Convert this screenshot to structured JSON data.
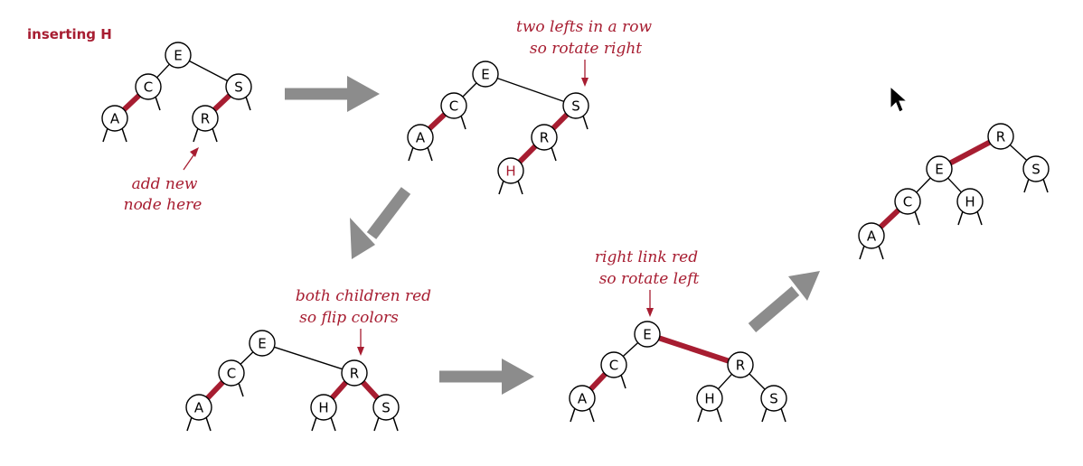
{
  "title": "inserting H",
  "colors": {
    "red": "#a71d31",
    "text_red": "#a71d31",
    "black": "#000000",
    "arrow_gray": "#8c8c8c",
    "node_fill": "#ffffff"
  },
  "icons": {
    "cursor": "mouse-pointer-icon"
  },
  "notes": {
    "add_node": [
      "add new",
      "node here"
    ],
    "two_lefts": [
      "two lefts in a row",
      "so rotate right"
    ],
    "flip_colors": [
      "both children red",
      "so flip colors"
    ],
    "rotate_left": [
      "right link red",
      "so rotate left"
    ]
  },
  "trees": [
    {
      "id": "t1",
      "nodes": [
        {
          "id": "E",
          "label": "E",
          "label_red": false
        },
        {
          "id": "C",
          "label": "C",
          "label_red": false
        },
        {
          "id": "S",
          "label": "S",
          "label_red": false
        },
        {
          "id": "A",
          "label": "A",
          "label_red": false
        },
        {
          "id": "R",
          "label": "R",
          "label_red": false
        }
      ],
      "links": [
        {
          "from": "E",
          "to": "C",
          "red": false
        },
        {
          "from": "E",
          "to": "S",
          "red": false
        },
        {
          "from": "C",
          "to": "A",
          "red": true
        },
        {
          "from": "S",
          "to": "R",
          "red": true
        }
      ]
    },
    {
      "id": "t2",
      "nodes": [
        {
          "id": "E",
          "label": "E",
          "label_red": false
        },
        {
          "id": "C",
          "label": "C",
          "label_red": false
        },
        {
          "id": "S",
          "label": "S",
          "label_red": false
        },
        {
          "id": "A",
          "label": "A",
          "label_red": false
        },
        {
          "id": "R",
          "label": "R",
          "label_red": false
        },
        {
          "id": "H",
          "label": "H",
          "label_red": true
        }
      ],
      "links": [
        {
          "from": "E",
          "to": "C",
          "red": false
        },
        {
          "from": "E",
          "to": "S",
          "red": false
        },
        {
          "from": "C",
          "to": "A",
          "red": true
        },
        {
          "from": "S",
          "to": "R",
          "red": true
        },
        {
          "from": "R",
          "to": "H",
          "red": true
        }
      ]
    },
    {
      "id": "t3",
      "nodes": [
        {
          "id": "E",
          "label": "E",
          "label_red": false
        },
        {
          "id": "C",
          "label": "C",
          "label_red": false
        },
        {
          "id": "R",
          "label": "R",
          "label_red": false
        },
        {
          "id": "A",
          "label": "A",
          "label_red": false
        },
        {
          "id": "H",
          "label": "H",
          "label_red": false
        },
        {
          "id": "S",
          "label": "S",
          "label_red": false
        }
      ],
      "links": [
        {
          "from": "E",
          "to": "C",
          "red": false
        },
        {
          "from": "E",
          "to": "R",
          "red": false
        },
        {
          "from": "C",
          "to": "A",
          "red": true
        },
        {
          "from": "R",
          "to": "H",
          "red": true
        },
        {
          "from": "R",
          "to": "S",
          "red": true
        }
      ]
    },
    {
      "id": "t4",
      "nodes": [
        {
          "id": "E",
          "label": "E",
          "label_red": false
        },
        {
          "id": "C",
          "label": "C",
          "label_red": false
        },
        {
          "id": "R",
          "label": "R",
          "label_red": false
        },
        {
          "id": "A",
          "label": "A",
          "label_red": false
        },
        {
          "id": "H",
          "label": "H",
          "label_red": false
        },
        {
          "id": "S",
          "label": "S",
          "label_red": false
        }
      ],
      "links": [
        {
          "from": "E",
          "to": "C",
          "red": false
        },
        {
          "from": "E",
          "to": "R",
          "red": true
        },
        {
          "from": "C",
          "to": "A",
          "red": true
        },
        {
          "from": "R",
          "to": "H",
          "red": false
        },
        {
          "from": "R",
          "to": "S",
          "red": false
        }
      ]
    },
    {
      "id": "t5",
      "nodes": [
        {
          "id": "R",
          "label": "R",
          "label_red": false
        },
        {
          "id": "E",
          "label": "E",
          "label_red": false
        },
        {
          "id": "S",
          "label": "S",
          "label_red": false
        },
        {
          "id": "C",
          "label": "C",
          "label_red": false
        },
        {
          "id": "H",
          "label": "H",
          "label_red": false
        },
        {
          "id": "A",
          "label": "A",
          "label_red": false
        }
      ],
      "links": [
        {
          "from": "R",
          "to": "E",
          "red": true
        },
        {
          "from": "R",
          "to": "S",
          "red": false
        },
        {
          "from": "E",
          "to": "C",
          "red": false
        },
        {
          "from": "E",
          "to": "H",
          "red": false
        },
        {
          "from": "C",
          "to": "A",
          "red": true
        }
      ]
    }
  ]
}
